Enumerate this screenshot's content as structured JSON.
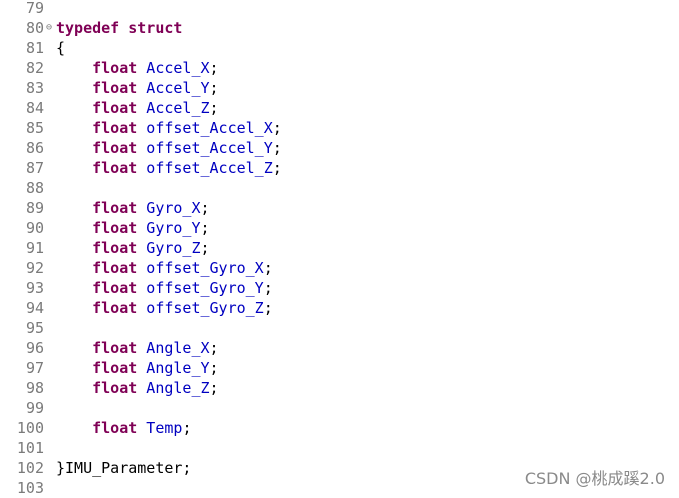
{
  "lines": [
    {
      "num": "79",
      "fold": "",
      "indent": "",
      "kw": "",
      "id": "",
      "text": ""
    },
    {
      "num": "80",
      "fold": "⊖",
      "indent": "",
      "kw": "typedef struct",
      "id": "",
      "text": ""
    },
    {
      "num": "81",
      "fold": "",
      "indent": "",
      "kw": "",
      "id": "",
      "text": "{"
    },
    {
      "num": "82",
      "fold": "",
      "indent": "    ",
      "kw": "float",
      "id": " Accel_X",
      "text": ";"
    },
    {
      "num": "83",
      "fold": "",
      "indent": "    ",
      "kw": "float",
      "id": " Accel_Y",
      "text": ";"
    },
    {
      "num": "84",
      "fold": "",
      "indent": "    ",
      "kw": "float",
      "id": " Accel_Z",
      "text": ";"
    },
    {
      "num": "85",
      "fold": "",
      "indent": "    ",
      "kw": "float",
      "id": " offset_Accel_X",
      "text": ";"
    },
    {
      "num": "86",
      "fold": "",
      "indent": "    ",
      "kw": "float",
      "id": " offset_Accel_Y",
      "text": ";"
    },
    {
      "num": "87",
      "fold": "",
      "indent": "    ",
      "kw": "float",
      "id": " offset_Accel_Z",
      "text": ";"
    },
    {
      "num": "88",
      "fold": "",
      "indent": "",
      "kw": "",
      "id": "",
      "text": ""
    },
    {
      "num": "89",
      "fold": "",
      "indent": "    ",
      "kw": "float",
      "id": " Gyro_X",
      "text": ";"
    },
    {
      "num": "90",
      "fold": "",
      "indent": "    ",
      "kw": "float",
      "id": " Gyro_Y",
      "text": ";"
    },
    {
      "num": "91",
      "fold": "",
      "indent": "    ",
      "kw": "float",
      "id": " Gyro_Z",
      "text": ";"
    },
    {
      "num": "92",
      "fold": "",
      "indent": "    ",
      "kw": "float",
      "id": " offset_Gyro_X",
      "text": ";"
    },
    {
      "num": "93",
      "fold": "",
      "indent": "    ",
      "kw": "float",
      "id": " offset_Gyro_Y",
      "text": ";"
    },
    {
      "num": "94",
      "fold": "",
      "indent": "    ",
      "kw": "float",
      "id": " offset_Gyro_Z",
      "text": ";"
    },
    {
      "num": "95",
      "fold": "",
      "indent": "",
      "kw": "",
      "id": "",
      "text": ""
    },
    {
      "num": "96",
      "fold": "",
      "indent": "    ",
      "kw": "float",
      "id": " Angle_X",
      "text": ";"
    },
    {
      "num": "97",
      "fold": "",
      "indent": "    ",
      "kw": "float",
      "id": " Angle_Y",
      "text": ";"
    },
    {
      "num": "98",
      "fold": "",
      "indent": "    ",
      "kw": "float",
      "id": " Angle_Z",
      "text": ";"
    },
    {
      "num": "99",
      "fold": "",
      "indent": "",
      "kw": "",
      "id": "",
      "text": ""
    },
    {
      "num": "100",
      "fold": "",
      "indent": "    ",
      "kw": "float",
      "id": " Temp",
      "text": ";"
    },
    {
      "num": "101",
      "fold": "",
      "indent": "",
      "kw": "",
      "id": "",
      "text": ""
    },
    {
      "num": "102",
      "fold": "",
      "indent": "",
      "kw": "",
      "id": "",
      "text": "}IMU_Parameter;"
    },
    {
      "num": "103",
      "fold": "",
      "indent": "",
      "kw": "",
      "id": "",
      "text": ""
    }
  ],
  "watermark": "CSDN @桃成蹊2.0",
  "colors": {
    "keyword": "#7f0055",
    "identifier": "#0000c0",
    "line_number": "#7a7a7a",
    "background": "#ffffff"
  }
}
